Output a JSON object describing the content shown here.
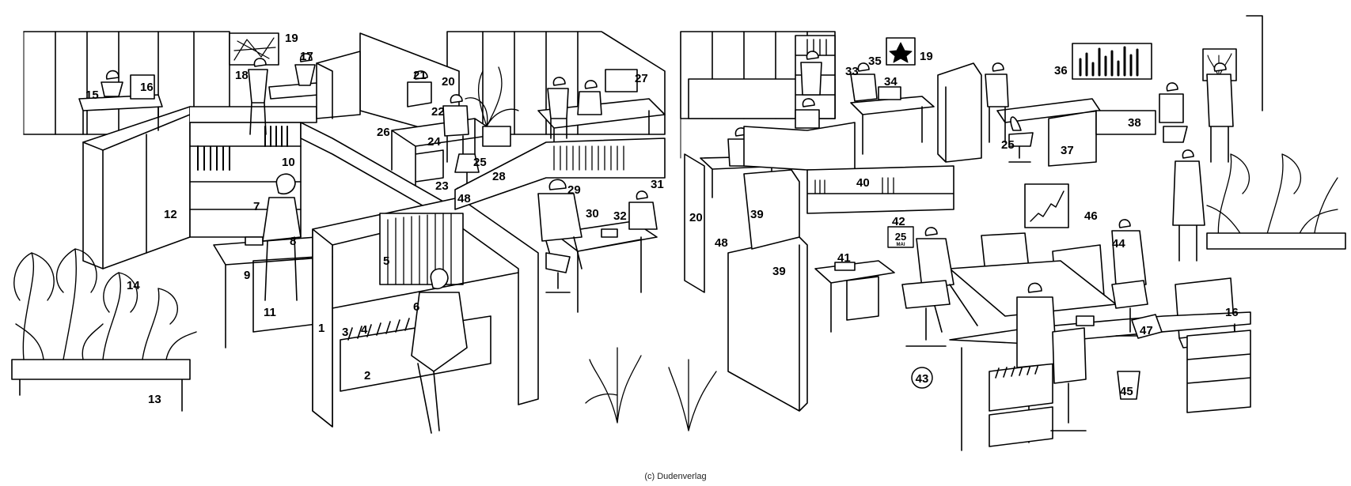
{
  "illustration": {
    "labels": [
      "1",
      "2",
      "3",
      "4",
      "5",
      "6",
      "7",
      "8",
      "9",
      "10",
      "11",
      "12",
      "13",
      "14",
      "15",
      "16",
      "17",
      "18",
      "19",
      "20",
      "21",
      "22",
      "23",
      "24",
      "25",
      "26",
      "27",
      "28",
      "29",
      "30",
      "31",
      "32",
      "33",
      "34",
      "35",
      "36",
      "37",
      "38",
      "39",
      "40",
      "41",
      "42",
      "43",
      "44",
      "45",
      "46",
      "47",
      "48",
      "19",
      "20",
      "25",
      "16",
      "39",
      "48"
    ],
    "calendar": {
      "day": "25",
      "month": "MAI"
    }
  },
  "credit": "(c) Dudenverlag",
  "colors": {
    "ink": "#000000",
    "paper": "#ffffff"
  }
}
